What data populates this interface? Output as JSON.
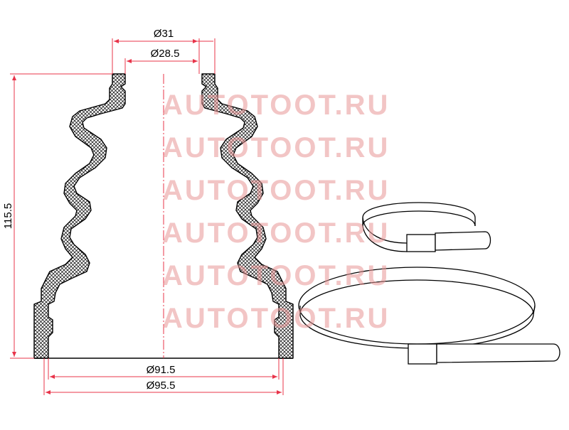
{
  "drawing": {
    "dimensions": {
      "top_outer_diameter": "Ø31",
      "top_inner_diameter": "Ø28.5",
      "bottom_inner_diameter": "Ø91.5",
      "bottom_outer_diameter": "Ø95.5",
      "height": "115.5"
    },
    "watermark": "AUTOTOOT.RU",
    "colors": {
      "outline": "#000000",
      "dimension_line": "#e8344a",
      "centerline": "#e8344a",
      "watermark": "#e89696"
    }
  }
}
